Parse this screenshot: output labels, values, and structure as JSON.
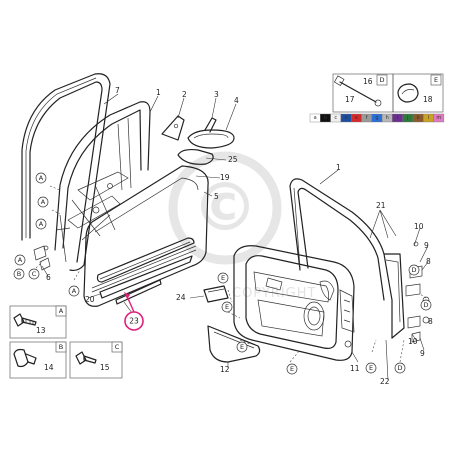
{
  "watermark": {
    "text": "COPYRIGHT",
    "symbol": "©"
  },
  "callouts": {
    "n1a": "1",
    "n1b": "1",
    "n2": "2",
    "n3": "3",
    "n4": "4",
    "n5": "5",
    "n6": "6",
    "n7": "7",
    "n8a": "8",
    "n8b": "8",
    "n9a": "9",
    "n9b": "9",
    "n10a": "10",
    "n10b": "10",
    "n11": "11",
    "n12": "12",
    "n19": "19",
    "n20": "20",
    "n21": "21",
    "n22": "22",
    "n23": "23",
    "n24": "24",
    "n25": "25"
  },
  "circle_refs": {
    "A": "A",
    "B": "B",
    "C": "C",
    "D": "D",
    "E": "E"
  },
  "key_box": {
    "n16": "16",
    "n17": "17",
    "n18": "18",
    "tag_d": "D",
    "tag_e": "E"
  },
  "swatches": {
    "labels": [
      "a",
      "b",
      "c",
      "d",
      "e",
      "f",
      "g",
      "h",
      "i",
      "j",
      "k",
      "l",
      "m"
    ],
    "colors": [
      "#ffffff",
      "#111111",
      "#f0f0f0",
      "#1d4fa0",
      "#d42a2a",
      "#9a9a9a",
      "#2b6fd6",
      "#b7b7b7",
      "#6b2f8f",
      "#2d7a3a",
      "#8a5a2b",
      "#c9a227",
      "#e07ac0"
    ]
  },
  "fastener_boxes": [
    {
      "tag": "A",
      "num": "13"
    },
    {
      "tag": "B",
      "num": "14"
    },
    {
      "tag": "C",
      "num": "15"
    }
  ],
  "accent_color": "#e0207a"
}
